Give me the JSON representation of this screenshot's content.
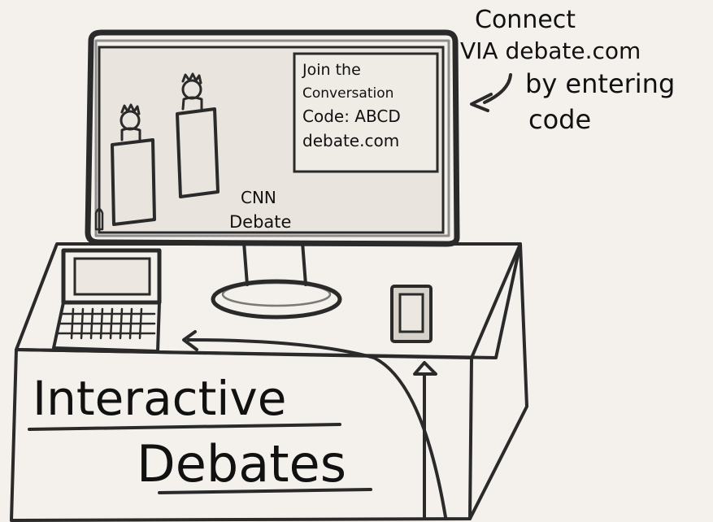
{
  "screen": {
    "panel_lines": [
      "Join the",
      "Conversation",
      "Code: ABCD",
      "debate.com"
    ],
    "logo_lines": [
      "CNN",
      "Debate"
    ]
  },
  "note": {
    "lines": [
      "Connect",
      "VIA debate.com",
      "by entering",
      "code"
    ]
  },
  "banner": {
    "line1": "Interactive",
    "line2": "Debates"
  },
  "colors": {
    "ink": "#2a2a2a",
    "paper": "#f4f1ec",
    "screen": "#e9e5de"
  }
}
